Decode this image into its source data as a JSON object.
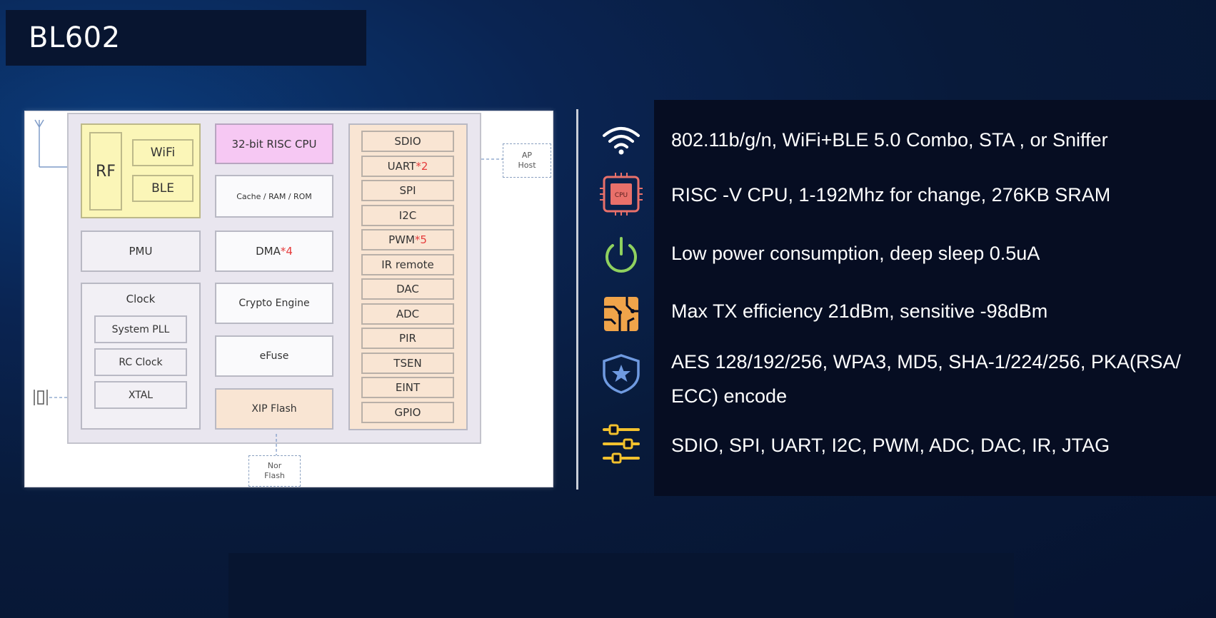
{
  "title": "BL602",
  "diagram": {
    "rf": "RF",
    "wifi": "WiFi",
    "ble": "BLE",
    "cpu": "32-bit RISC CPU",
    "cache": "Cache / RAM / ROM",
    "pmu": "PMU",
    "dma": "DMA",
    "dma_count": "*4",
    "clock": "Clock",
    "system_pll": "System PLL",
    "rc_clock": "RC Clock",
    "xtal": "XTAL",
    "crypto": "Crypto Engine",
    "efuse": "eFuse",
    "xip_flash": "XIP Flash",
    "nor_flash": "Nor Flash",
    "ap_host": "AP Host",
    "io": [
      {
        "label": "SDIO",
        "count": ""
      },
      {
        "label": "UART",
        "count": "*2"
      },
      {
        "label": "SPI",
        "count": ""
      },
      {
        "label": "I2C",
        "count": ""
      },
      {
        "label": "PWM",
        "count": "*5"
      },
      {
        "label": "IR remote",
        "count": ""
      },
      {
        "label": "DAC",
        "count": ""
      },
      {
        "label": "ADC",
        "count": ""
      },
      {
        "label": "PIR",
        "count": ""
      },
      {
        "label": "TSEN",
        "count": ""
      },
      {
        "label": "EINT",
        "count": ""
      },
      {
        "label": "GPIO",
        "count": ""
      }
    ]
  },
  "features": [
    {
      "icon": "wifi-icon",
      "text": "802.11b/g/n, WiFi+BLE 5.0 Combo, STA , or Sniffer"
    },
    {
      "icon": "cpu-icon",
      "icon_label": "CPU",
      "text": "RISC -V CPU, 1-192Mhz for change, 276KB SRAM"
    },
    {
      "icon": "power-icon",
      "text": "Low power consumption, deep sleep 0.5uA"
    },
    {
      "icon": "circuit-icon",
      "text": "Max TX efficiency  21dBm, sensitive -98dBm"
    },
    {
      "icon": "shield-star-icon",
      "text": "AES 128/192/256, WPA3, MD5, SHA-1/224/256, PKA(RSA/ ECC) encode"
    },
    {
      "icon": "sliders-icon",
      "text": "SDIO, SPI, UART, I2C, PWM, ADC, DAC, IR, JTAG"
    }
  ],
  "colors": {
    "wifi": "#ffffff",
    "cpu": "#e9706a",
    "power": "#8fd15f",
    "circuit": "#f0a44a",
    "shield": "#6f9ae0",
    "sliders": "#f2c12e"
  }
}
